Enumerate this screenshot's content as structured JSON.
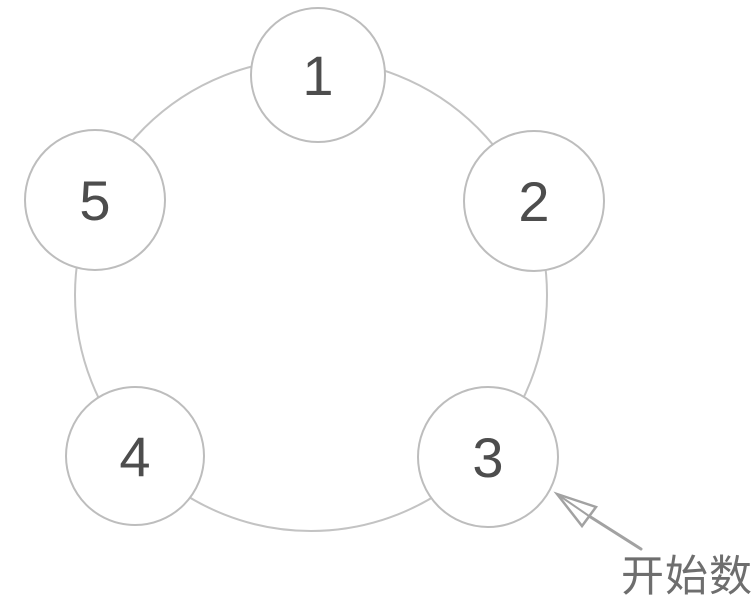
{
  "diagram": {
    "type": "circular-counting-diagram",
    "nodes": [
      {
        "label": "1"
      },
      {
        "label": "2"
      },
      {
        "label": "3"
      },
      {
        "label": "4"
      },
      {
        "label": "5"
      }
    ],
    "annotation": {
      "label": "开始数",
      "target_node": "3"
    },
    "colors": {
      "background": "#ffffff",
      "ring_stroke": "#c3c3c3",
      "node_stroke": "#bdbdbd",
      "node_fill": "#ffffff",
      "number_text": "#4d4d4d",
      "arrow": "#a2a2a2",
      "annotation_text": "#6e6e6e"
    }
  }
}
